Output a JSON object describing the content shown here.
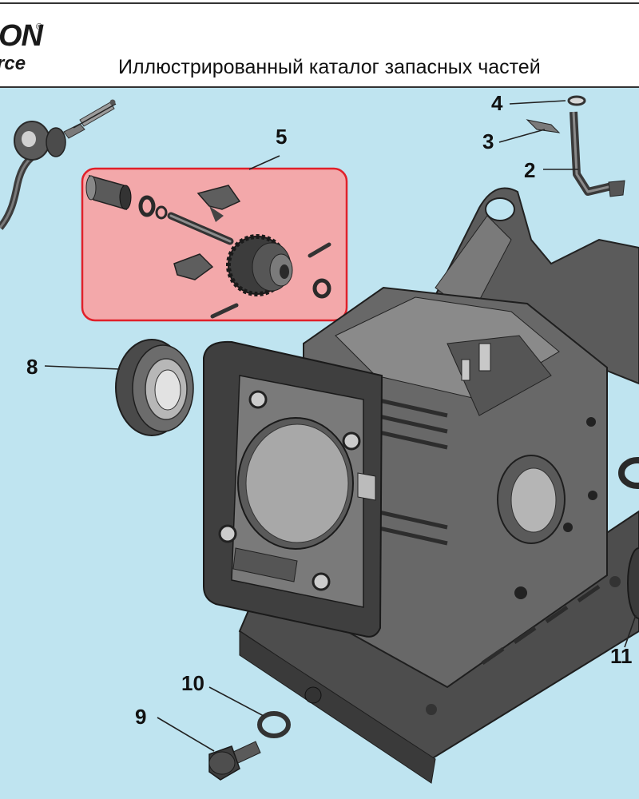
{
  "header": {
    "logo_top": "ON",
    "logo_bottom": "rce",
    "title": "Иллюстрированный каталог запасных частей"
  },
  "callouts": {
    "c2": "2",
    "c3": "3",
    "c4": "4",
    "c5": "5",
    "c8": "8",
    "c9": "9",
    "c10": "10",
    "c11": "11"
  },
  "colors": {
    "background": "#bfe4f0",
    "highlight_fill": "#f3a8aa",
    "highlight_border": "#e0202a",
    "part_dark": "#3c3c3c",
    "part_mid": "#6b6b6b",
    "part_light": "#a9a9a9"
  }
}
